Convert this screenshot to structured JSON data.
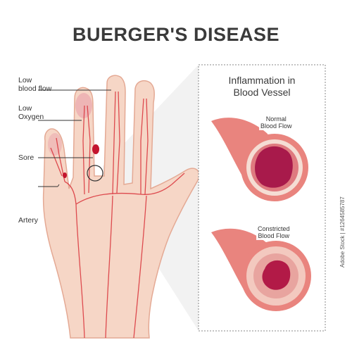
{
  "title": "BUERGER'S DISEASE",
  "labels": {
    "low_blood_flow": "Low\nblood flow",
    "low_oxygen": "Low\nOxygen",
    "sore": "Sore",
    "artery": "Artery"
  },
  "panel": {
    "title": "Inflammation in\nBlood Vessel",
    "normal": "Normal\nBlood Flow",
    "constricted": "Constricted\nBlood Flow"
  },
  "watermark": "Adobe Stock | #1264585787",
  "colors": {
    "skin": "#f6d6c6",
    "skin_outline": "#e4a994",
    "artery": "#d9323a",
    "vessel_outer": "#e9847e",
    "vessel_wall": "#f2c7bf",
    "lumen_normal": "#a81a4b",
    "lumen_constricted": "#b21a47",
    "panel_border": "#888888"
  }
}
